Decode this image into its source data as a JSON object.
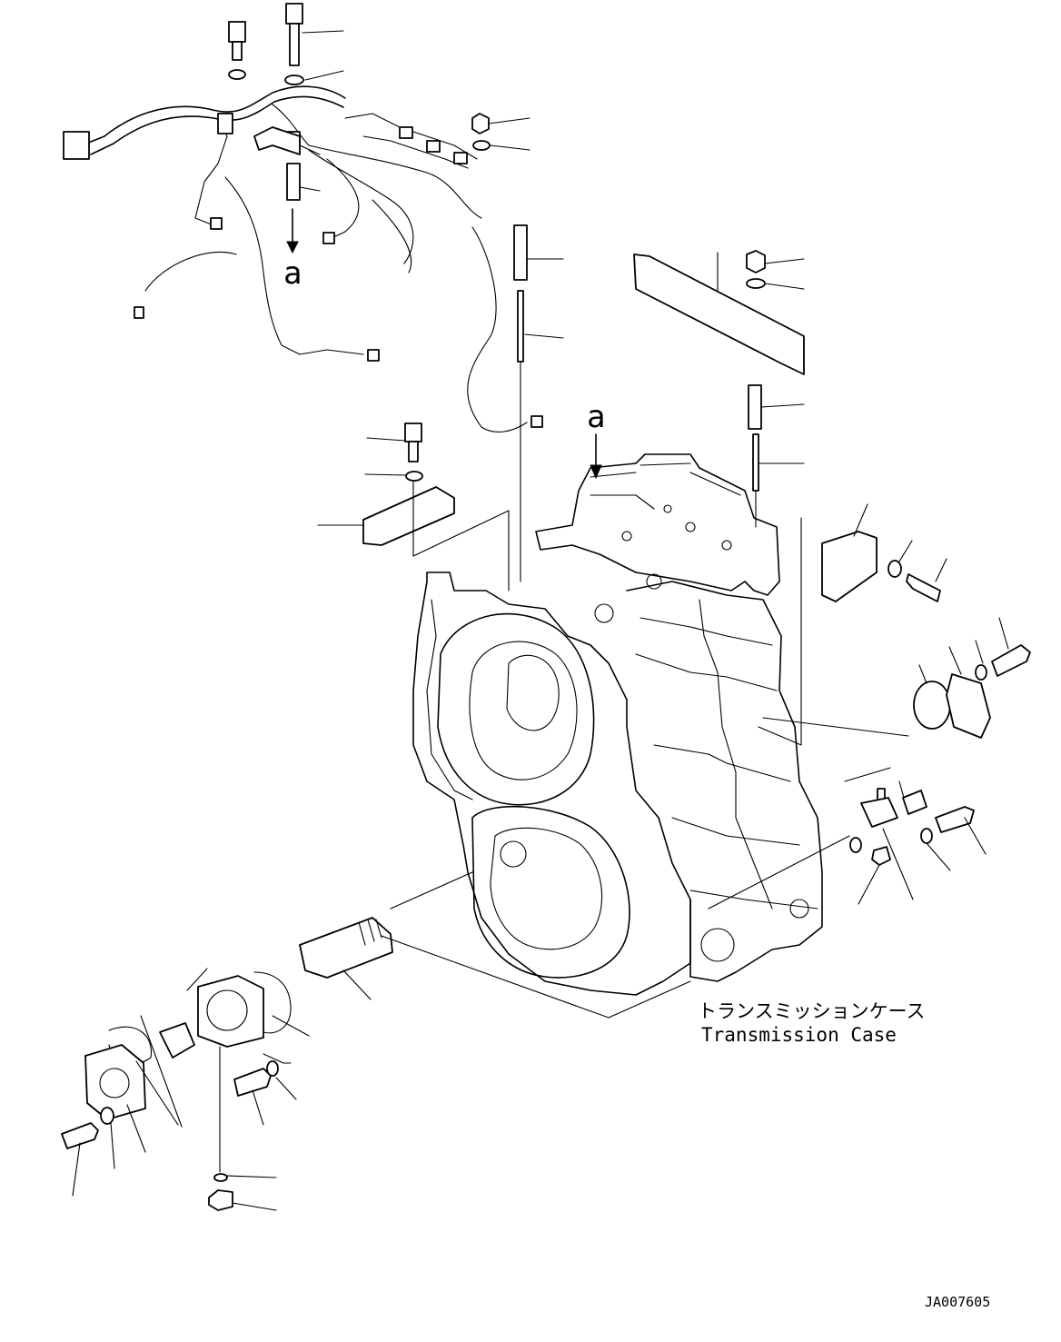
{
  "diagram": {
    "view_markers": [
      "a",
      "a"
    ],
    "case_label_jp": "トランスミッションケース",
    "case_label_en": "Transmission Case",
    "drawing_id": "JA007605"
  }
}
